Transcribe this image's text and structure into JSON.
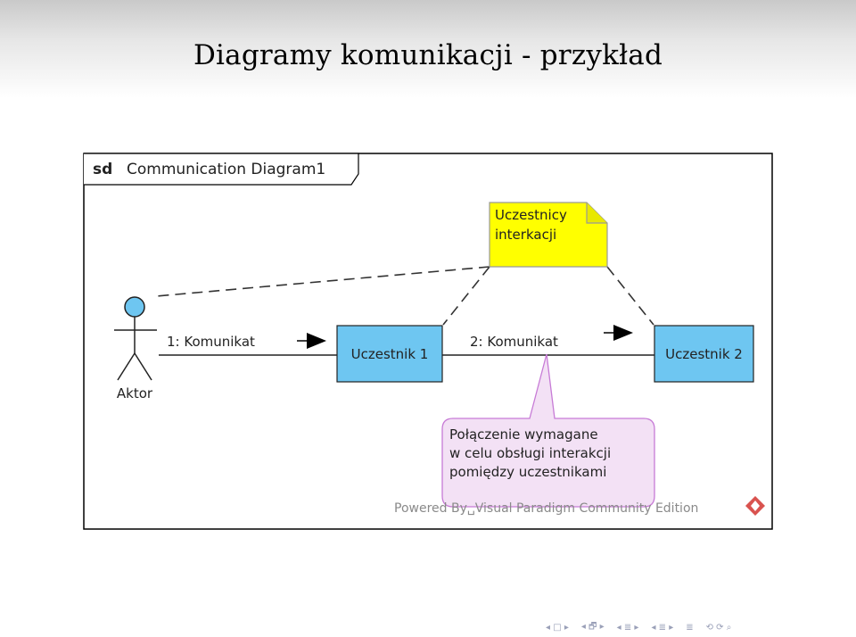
{
  "slide": {
    "title": "Diagramy komunikacji - przykład"
  },
  "diagram": {
    "frame_keyword": "sd",
    "frame_name": "Communication Diagram1",
    "actor_label": "Aktor",
    "participant1": "Uczestnik 1",
    "participant2": "Uczestnik 2",
    "message1": "1: Komunikat",
    "message2": "2:  Komunikat",
    "note_participants": [
      "Uczestnicy",
      "interkacji"
    ],
    "note_link": [
      "Połączenie wymagane",
      "w celu obsługi interakcji",
      "pomiędzy uczestnikami"
    ],
    "watermark": "Powered By␣Visual Paradigm Community Edition"
  },
  "colors": {
    "participant_fill": "#6ec6f1",
    "actor_head": "#6ec6f1",
    "note_yellow": "#ffff00",
    "note_pink": "#f3e1f5",
    "note_pink_border": "#c77bd6",
    "nav": "#9aa0b8"
  },
  "nav": {
    "frame": "◂ □ ▸",
    "subsection": "◂ 🗗 ▸",
    "section": "◂ ≣ ▸",
    "section2": "◂ ≣ ▸",
    "align": "≣",
    "search": "⟲ ⟳ ⌕"
  }
}
